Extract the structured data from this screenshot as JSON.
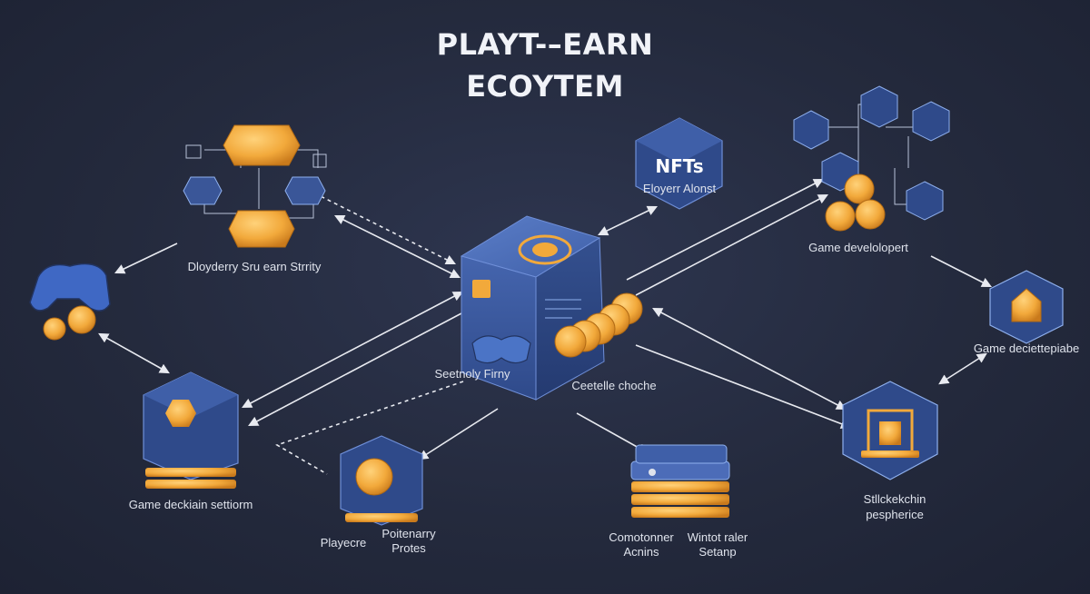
{
  "title": {
    "line1": "PLAYT-–EARN",
    "line2": "ECOYTEM"
  },
  "colors": {
    "background": "#242a3d",
    "cube_blue": "#3f5fa8",
    "cube_dark": "#2b3f78",
    "coin_gold": "#f2a93b",
    "coin_dark": "#c97a1c",
    "arrow": "#e8eaf0",
    "label_text": "#dfe3ec"
  },
  "nodes": {
    "center": {
      "label1": "Seetnoly Firny",
      "label2": "Ceetelle choche",
      "icon": "token-hub-icon"
    },
    "nfts": {
      "badge": "NFTs",
      "label": "Eloyerr Alonst",
      "icon": "nft-cube-icon"
    },
    "strategy": {
      "label": "Dloyderry Sru earn Strrity",
      "icon": "coin-circuit-icon"
    },
    "gamepad": {
      "icon": "gamepad-icon"
    },
    "platform": {
      "label": "Game deckiain settiorm",
      "icon": "platform-cube-icon"
    },
    "players": {
      "label1": "Playecre",
      "label2": "Poitenarry",
      "label3": "Protes",
      "icon": "player-token-icon"
    },
    "stack": {
      "label1": "Comotonner",
      "label2": "Acnins",
      "label3": "Wintot raler",
      "label4": "Setanp",
      "icon": "server-stack-icon"
    },
    "developer": {
      "label": "Game develolopert",
      "icon": "developer-network-icon"
    },
    "marketplace": {
      "label": "Game deciettepiabe",
      "icon": "shield-cube-icon"
    },
    "blockchain": {
      "label1": "Stllckekchin",
      "label2": "pespherice",
      "icon": "blockchain-cube-icon"
    }
  }
}
